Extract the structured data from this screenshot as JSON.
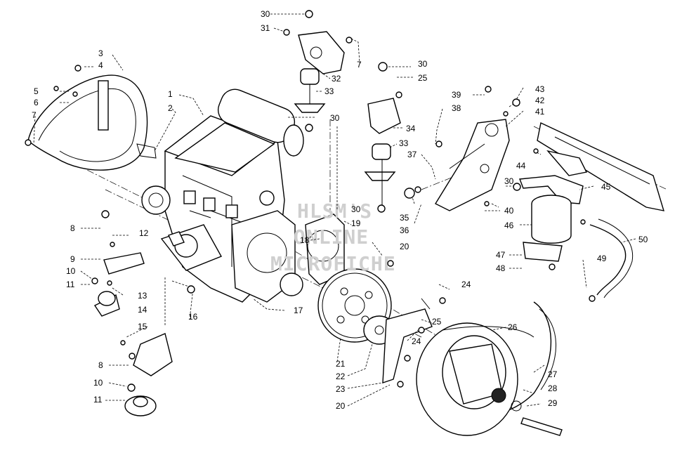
{
  "diagram": {
    "watermark": [
      "HLSM'S",
      "ONLINE",
      "MICROFICHE"
    ],
    "callouts": [
      "30",
      "31",
      "7",
      "32",
      "33",
      "30",
      "30",
      "25",
      "34",
      "33",
      "3",
      "4",
      "5",
      "6",
      "7",
      "1",
      "2",
      "39",
      "38",
      "43",
      "42",
      "41",
      "37",
      "44",
      "45",
      "30",
      "30",
      "19",
      "18",
      "35",
      "36",
      "40",
      "46",
      "8",
      "12",
      "20",
      "50",
      "9",
      "10",
      "13",
      "11",
      "14",
      "16",
      "17",
      "15",
      "24",
      "25",
      "24",
      "26",
      "21",
      "49",
      "47",
      "48",
      "8",
      "10",
      "11",
      "22",
      "23",
      "20",
      "27",
      "28",
      "29"
    ]
  }
}
